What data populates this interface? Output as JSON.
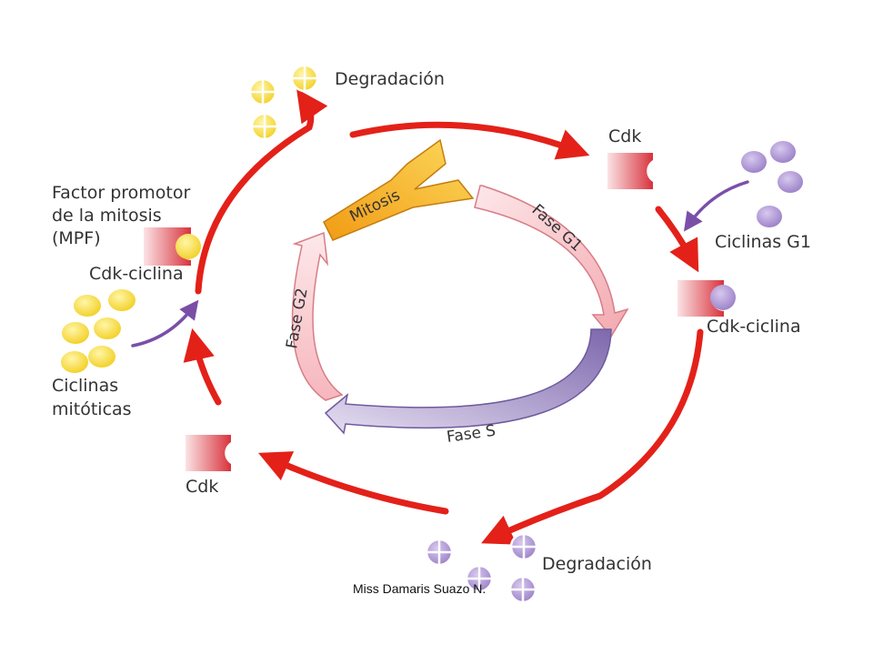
{
  "labels": {
    "degradacion_top": "Degradación",
    "cdk_top_right": "Cdk",
    "ciclinas_g1": "Ciclinas G1",
    "cdk_ciclina_right": "Cdk-ciclina",
    "degradacion_bottom": "Degradación",
    "cdk_bottom_left": "Cdk",
    "ciclinas_mitoticas_line1": "Ciclinas",
    "ciclinas_mitoticas_line2": "mitóticas",
    "mpf_line1": "Factor promotor",
    "mpf_line2": "de la mitosis",
    "mpf_line3": "(MPF)",
    "cdk_ciclina_left": "Cdk-ciclina",
    "credit": "Miss Damaris Suazo N."
  },
  "phases": {
    "mitosis": "Mitosis",
    "g1": "Fase G1",
    "s": "Fase S",
    "g2": "Fase G2"
  },
  "colors": {
    "red_arrow": "#e32119",
    "purple_arrow": "#7a4fa8",
    "cdk_light": "#f6c9cc",
    "cdk_dark": "#d8323c",
    "mitotic_cyclin": "#f7dc3c",
    "g1_cyclin": "#a88ed0",
    "mitosis_orange": "#f1a21a",
    "g1_pink": "#f4b8bd",
    "s_purple": "#8674b3",
    "g2_pink": "#f4b8bd"
  }
}
